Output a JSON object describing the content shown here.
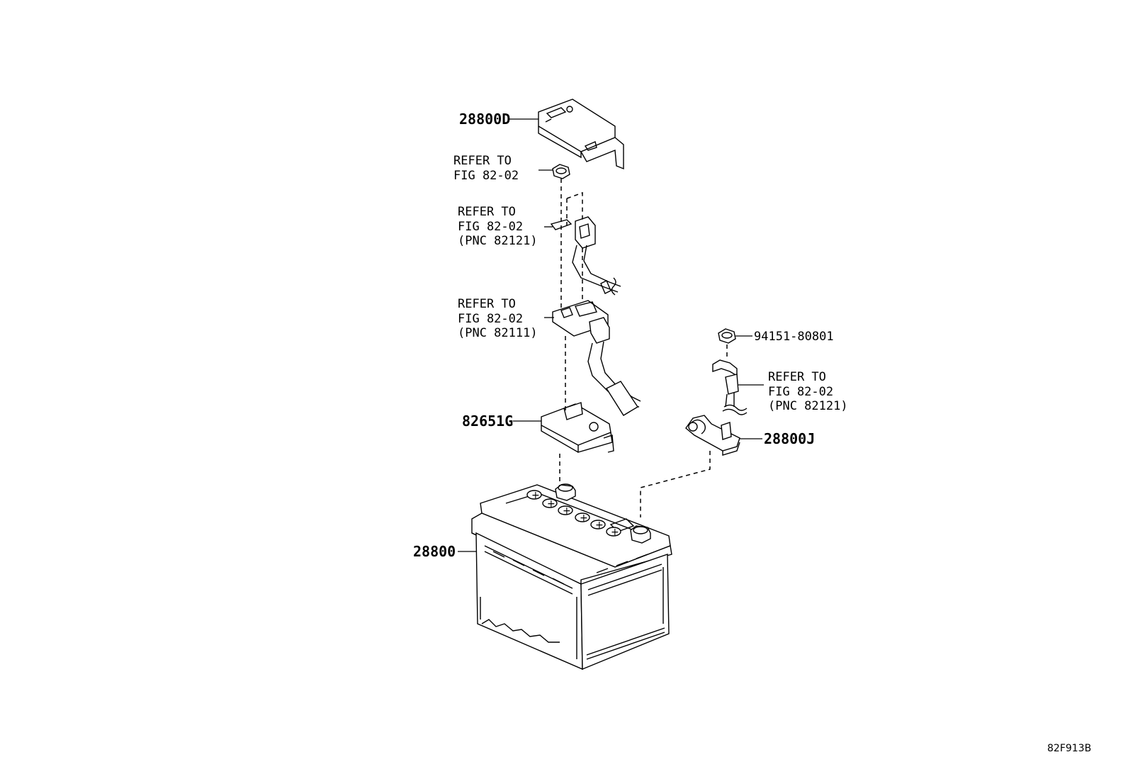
{
  "figure_id": "82F913B",
  "part_labels": {
    "cover": "28800D",
    "nut_right": "94151-80801",
    "clamp": "82651G",
    "neg_terminal": "28800J",
    "battery": "28800"
  },
  "refer_notes": [
    {
      "line1": "REFER TO",
      "line2": "FIG 82-02",
      "line3": ""
    },
    {
      "line1": "REFER TO",
      "line2": "FIG 82-02",
      "line3": "(PNC 82121)"
    },
    {
      "line1": "REFER TO",
      "line2": "FIG 82-02",
      "line3": "(PNC 82111)"
    },
    {
      "line1": "REFER TO",
      "line2": "FIG 82-02",
      "line3": "(PNC 82121)"
    }
  ],
  "battery_cell_symbols": [
    "+",
    "+",
    "+",
    "+",
    "+",
    "+"
  ]
}
